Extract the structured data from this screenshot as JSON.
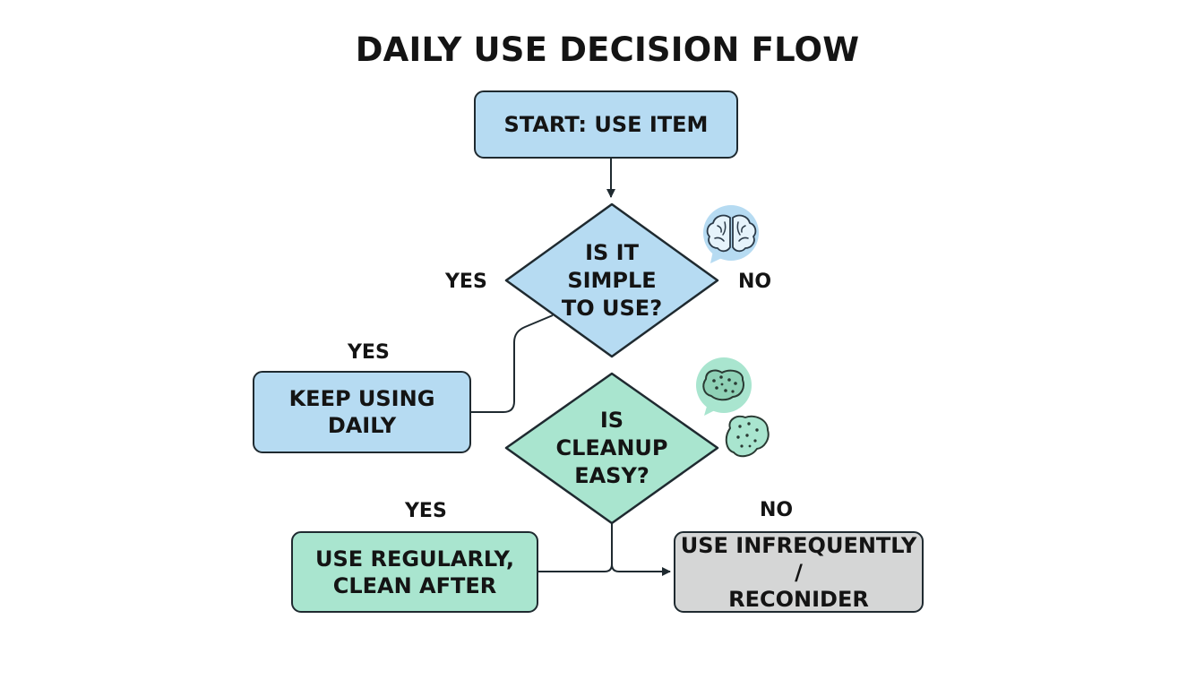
{
  "title": "DAILY USE DECISION FLOW",
  "nodes": {
    "start": "START: USE ITEM",
    "decision_simple": "IS IT\nSIMPLE\nTO USE?",
    "keep_using": "KEEP USING\nDAILY",
    "decision_cleanup": "IS\nCLEANUP\nEASY?",
    "use_regularly": "USE REGULARLY,\nCLEAN AFTER",
    "use_infrequently": "USE INFREQUENTLY /\nRECONIDER"
  },
  "labels": {
    "simple_yes_left": "YES",
    "simple_no": "NO",
    "keep_yes": "YES",
    "cleanup_yes": "YES",
    "cleanup_no": "NO"
  },
  "icons": [
    "brain-icon",
    "sponge-icon"
  ],
  "colors": {
    "blue": "#b6dbf2",
    "green": "#a9e5cf",
    "gray": "#d5d6d6",
    "stroke": "#1f2a30"
  }
}
